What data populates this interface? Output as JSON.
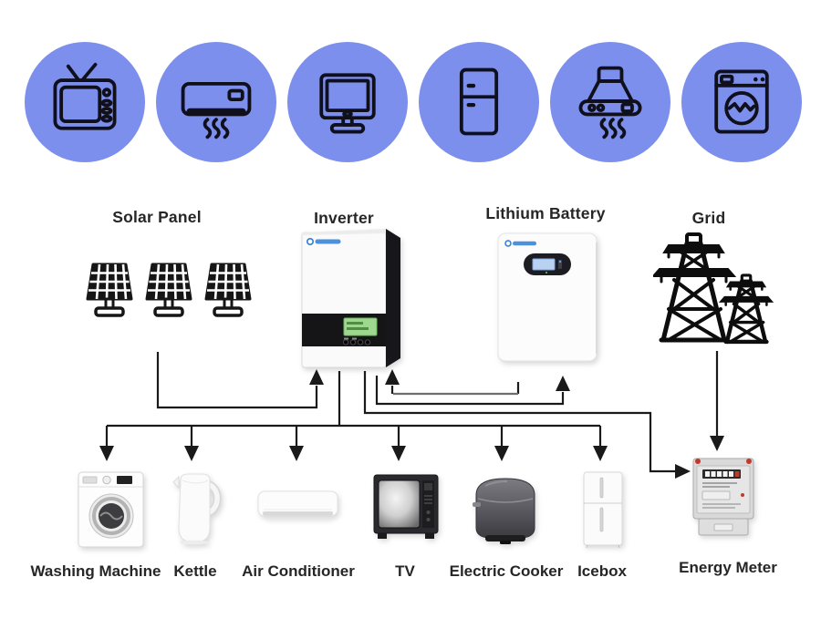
{
  "appliance_icons": [
    {
      "name": "tv-icon"
    },
    {
      "name": "air-conditioner-icon"
    },
    {
      "name": "computer-monitor-icon"
    },
    {
      "name": "refrigerator-icon"
    },
    {
      "name": "range-hood-icon"
    },
    {
      "name": "washing-machine-icon"
    }
  ],
  "components": {
    "solar_panel": {
      "label": "Solar Panel",
      "icon": "solar-panel-array-icon"
    },
    "inverter": {
      "label": "Inverter",
      "image": "inverter-photo"
    },
    "lithium_battery": {
      "label": "Lithium Battery",
      "image": "battery-photo"
    },
    "grid": {
      "label": "Grid",
      "icon": "transmission-towers-icon"
    }
  },
  "loads": [
    {
      "label": "Washing Machine",
      "image": "washing-machine-photo"
    },
    {
      "label": "Kettle",
      "image": "kettle-photo"
    },
    {
      "label": "Air Conditioner",
      "image": "air-conditioner-photo"
    },
    {
      "label": "TV",
      "image": "tv-photo"
    },
    {
      "label": "Electric Cooker",
      "image": "electric-cooker-photo"
    },
    {
      "label": "Icebox",
      "image": "icebox-photo"
    }
  ],
  "energy_meter": {
    "label": "Energy Meter",
    "image": "energy-meter-photo"
  },
  "colors": {
    "circle_background": "#7d8fec",
    "icon_stroke": "#10101c",
    "wire": "#1a1a1a",
    "wire_gray": "#6e6e6e",
    "label_text": "#262626",
    "inverter_lcd_green": "#9ed88e",
    "battery_screen_blue": "#b9d2f2",
    "brand_logo_blue": "#2e7cd6",
    "meter_digit_red": "#c0392b"
  }
}
